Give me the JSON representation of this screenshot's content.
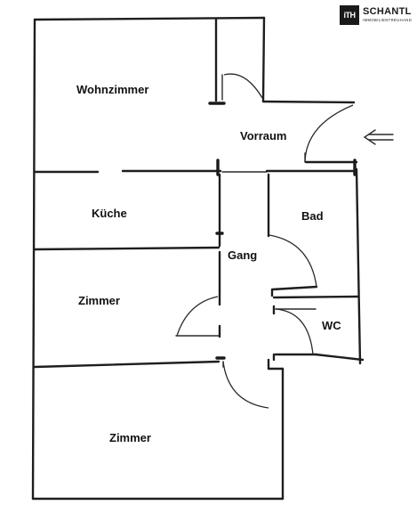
{
  "logo": {
    "mark": "iTH",
    "name": "SCHANTL",
    "tagline": "IMMOBILIENTREUHAND"
  },
  "rooms": {
    "wohnzimmer": "Wohnzimmer",
    "vorraum": "Vorraum",
    "kueche": "Küche",
    "bad": "Bad",
    "gang": "Gang",
    "zimmer_1": "Zimmer",
    "wc": "WC",
    "zimmer_2": "Zimmer"
  },
  "icons": {
    "entrance": "double-arrow-left-icon"
  }
}
